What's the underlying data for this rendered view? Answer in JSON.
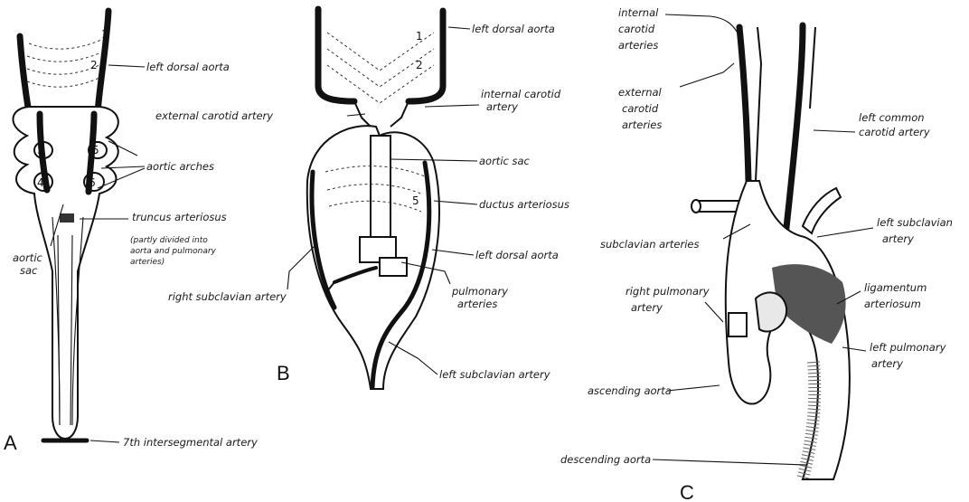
{
  "panel_letters": {
    "a": "A",
    "b": "B",
    "c": "C"
  },
  "arch_numbers": {
    "one": "1",
    "two": "2",
    "three": "3",
    "four": "4",
    "five": "5",
    "six": "6"
  },
  "panel_a": {
    "left_dorsal_aorta": "left dorsal aorta",
    "aortic_arches": "aortic arches",
    "truncus_arteriosus": "truncus arteriosus",
    "truncus_note_1": "(partly divided into",
    "truncus_note_2": "aorta and pulmonary",
    "truncus_note_3": "arteries)",
    "aortic_sac_1": "aortic",
    "aortic_sac_2": "sac",
    "intersegmental": "7th intersegmental artery"
  },
  "panel_b": {
    "left_dorsal_aorta": "left dorsal aorta",
    "external_carotid": "external carotid artery",
    "internal_carotid_1": "internal carotid",
    "internal_carotid_2": "artery",
    "aortic_sac": "aortic sac",
    "ductus": "ductus arteriosus",
    "left_dorsal_aorta_2": "left dorsal aorta",
    "right_subclavian": "right subclavian artery",
    "pulmonary_1": "pulmonary",
    "pulmonary_2": "arteries",
    "left_subclavian": "left subclavian artery"
  },
  "panel_c": {
    "internal_carotid_1": "internal",
    "internal_carotid_2": "carotid",
    "internal_carotid_3": "arteries",
    "external_carotid_1": "external",
    "external_carotid_2": "carotid",
    "external_carotid_3": "arteries",
    "left_common_carotid_1": "left common",
    "left_common_carotid_2": "carotid artery",
    "subclavian": "subclavian arteries",
    "left_subclavian_1": "left subclavian",
    "left_subclavian_2": "artery",
    "right_pulmonary_1": "right pulmonary",
    "right_pulmonary_2": "artery",
    "ligamentum_1": "ligamentum",
    "ligamentum_2": "arteriosum",
    "left_pulmonary_1": "left pulmonary",
    "left_pulmonary_2": "artery",
    "ascending": "ascending aorta",
    "descending": "descending aorta"
  }
}
